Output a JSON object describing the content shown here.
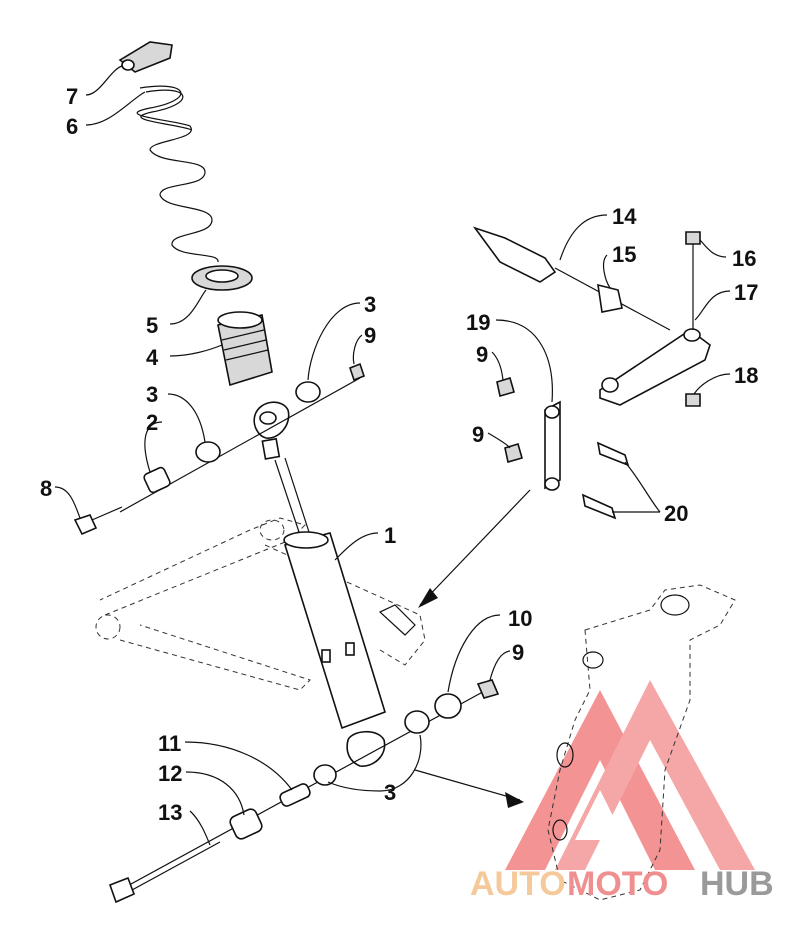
{
  "callouts": {
    "c1": "1",
    "c2": "2",
    "c3a": "3",
    "c3b": "3",
    "c3c": "3",
    "c4": "4",
    "c5": "5",
    "c6": "6",
    "c7": "7",
    "c8": "8",
    "c9a": "9",
    "c9b": "9",
    "c9c": "9",
    "c9d": "9",
    "c10": "10",
    "c11": "11",
    "c12": "12",
    "c13": "13",
    "c14": "14",
    "c15": "15",
    "c16": "16",
    "c17": "17",
    "c18": "18",
    "c19": "19",
    "c20": "20"
  },
  "watermark": {
    "part1": "AUTO",
    "part2": "MOTO",
    "part3": "HUB",
    "color1": "#f5c99a",
    "color2": "#f08f8f",
    "color3": "#9a9a9a",
    "logo_color": "#f07070"
  }
}
